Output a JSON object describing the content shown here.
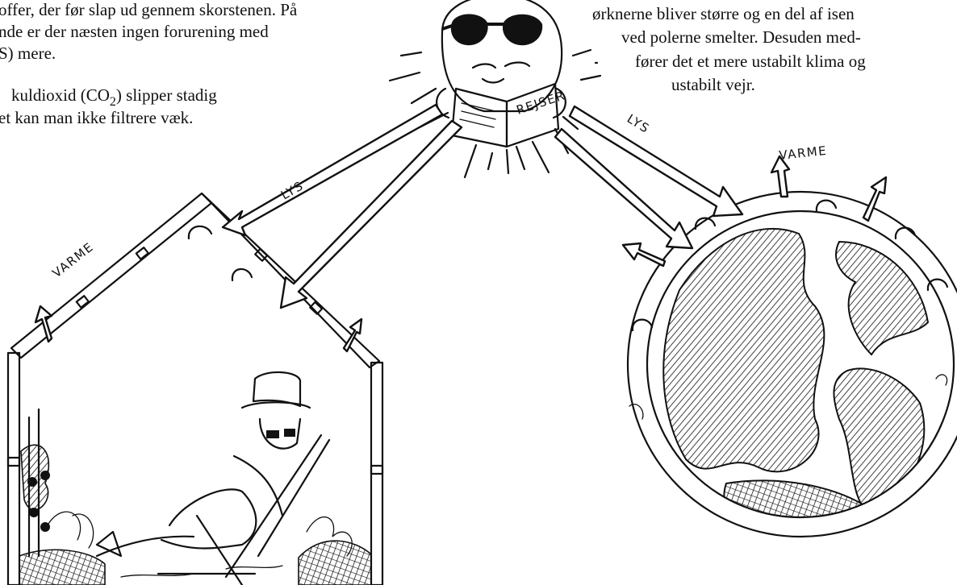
{
  "left_text": {
    "line1": "offer, der før slap ud gennem skorstenen. På",
    "line2": "nde er der næsten ingen forurening med",
    "line3": "S) mere.",
    "line4_pre": "kuldioxid (CO",
    "line4_sub": "2",
    "line4_post": ") slipper stadig",
    "line5": "et kan man ikke filtrere væk."
  },
  "right_text": {
    "line1": "ørknerne bliver større og en del af isen",
    "line2": "ved polerne smelter. Desuden med-",
    "line3": "fører det et mere ustabilt klima og",
    "line4": "ustabilt vejr."
  },
  "sun": {
    "newspaper_label": "REJSER"
  },
  "greenhouse": {
    "lys_label": "LYS",
    "varme_label": "VARME"
  },
  "earth": {
    "lys_label": "LYS",
    "varme_label": "VARME"
  }
}
